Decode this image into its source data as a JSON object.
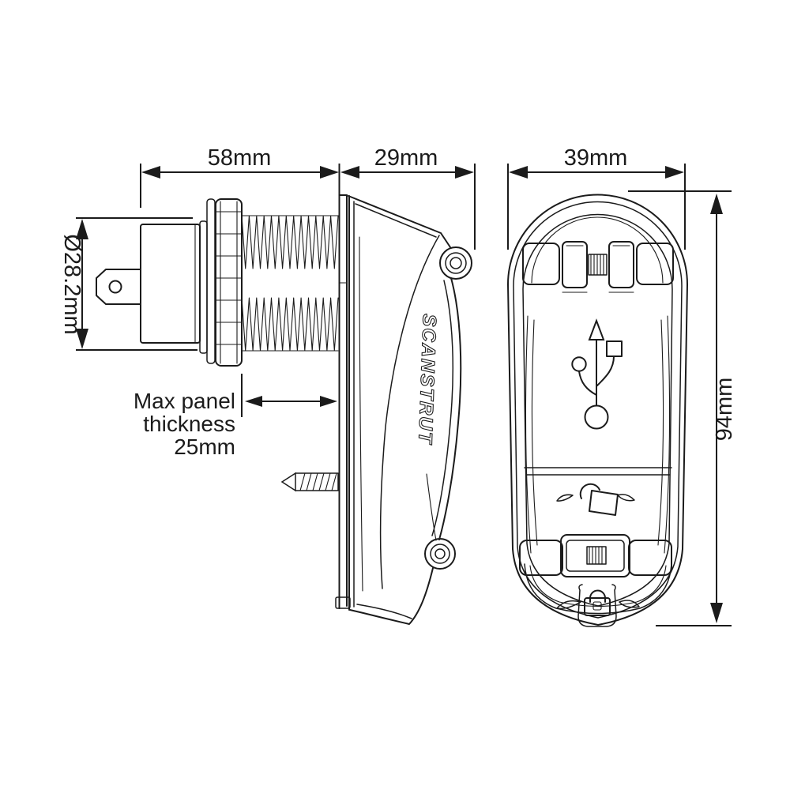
{
  "drawing": {
    "side_view": {
      "dim_width": "58mm",
      "dim_cap_depth": "29mm",
      "dim_diameter": "Ø28.2mm",
      "panel_note_line1": "Max panel",
      "panel_note_line2": "thickness",
      "panel_note_line3": "25mm",
      "logo_text": "SCANSTRUT"
    },
    "front_view": {
      "dim_width": "39mm",
      "dim_height": "94mm"
    },
    "icons": {
      "usb": "usb-trident-icon",
      "unlock": "padlock-open-icon",
      "lock": "padlock-closed-icon"
    },
    "colors": {
      "line": "#1b1b1b",
      "background": "#ffffff"
    }
  }
}
